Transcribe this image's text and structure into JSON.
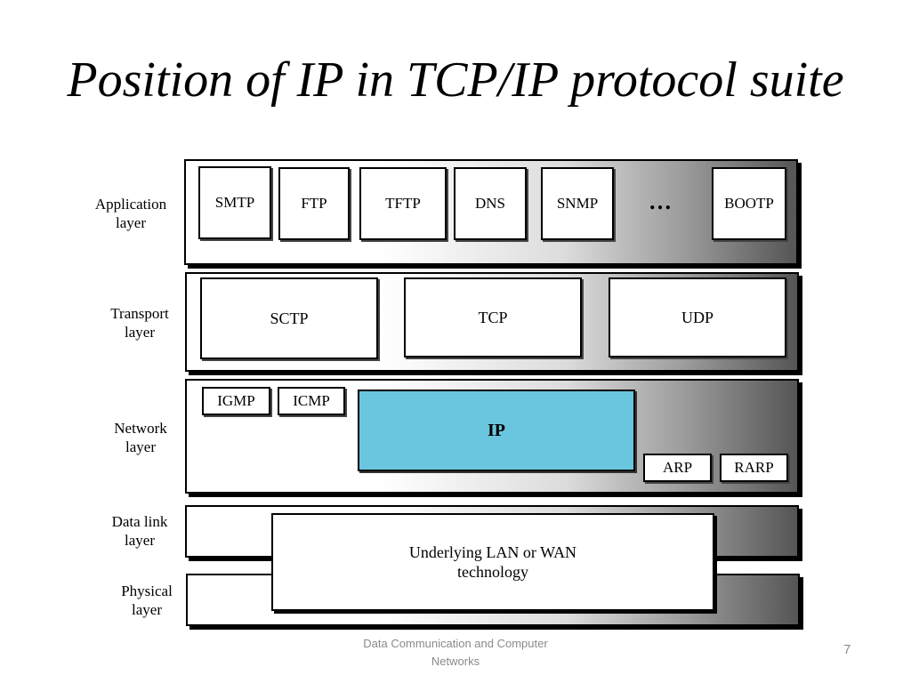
{
  "title": "Position of IP in TCP/IP protocol suite",
  "layers": {
    "application": {
      "label": "Application\nlayer",
      "protocols": [
        "SMTP",
        "FTP",
        "TFTP",
        "DNS",
        "SNMP"
      ],
      "ellipsis": "…",
      "last": "BOOTP"
    },
    "transport": {
      "label": "Transport\nlayer",
      "protocols": [
        "SCTP",
        "TCP",
        "UDP"
      ]
    },
    "network": {
      "label": "Network\nlayer",
      "protocols": [
        "IGMP",
        "ICMP",
        "IP",
        "ARP",
        "RARP"
      ]
    },
    "datalink": {
      "label": "Data link\nlayer"
    },
    "physical": {
      "label": "Physical\nlayer"
    },
    "underlying": "Underlying LAN or WAN\ntechnology"
  },
  "colors": {
    "ip_fill": "#6ac6df"
  },
  "footer": {
    "text": "Data Communication and Computer\nNetworks",
    "page": "7"
  }
}
